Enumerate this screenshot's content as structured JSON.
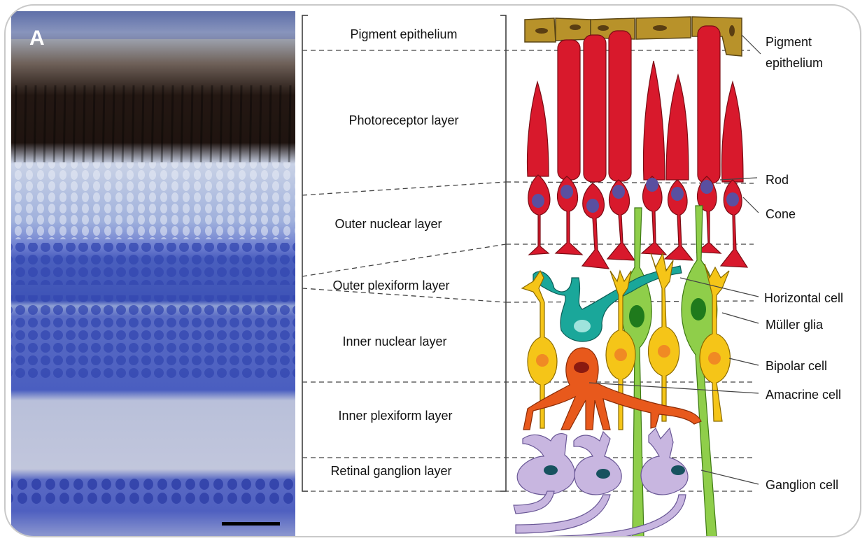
{
  "panel_label": "A",
  "layers": [
    "Pigment epithelium",
    "Photoreceptor layer",
    "Outer nuclear layer",
    "Outer plexiform layer",
    "Inner nuclear layer",
    "Inner plexiform layer",
    "Retinal ganglion layer"
  ],
  "cell_labels": {
    "pigment_1": "Pigment",
    "pigment_2": "epithelium",
    "rod": "Rod",
    "cone": "Cone",
    "horizontal": "Horizontal cell",
    "muller": "Müller glia",
    "bipolar": "Bipolar cell",
    "amacrine": "Amacrine cell",
    "ganglion": "Ganglion cell"
  },
  "colors": {
    "pigment": "#b8922a",
    "photoreceptor": "#d8192c",
    "nucleus": "#5a4fa0",
    "muller": "#8fce4a",
    "horizontal": "#1aa79a",
    "bipolar": "#f5c518",
    "amacrine": "#e8591c",
    "ganglion": "#c8b6e0",
    "micro_purple": "#4c5fbf"
  }
}
